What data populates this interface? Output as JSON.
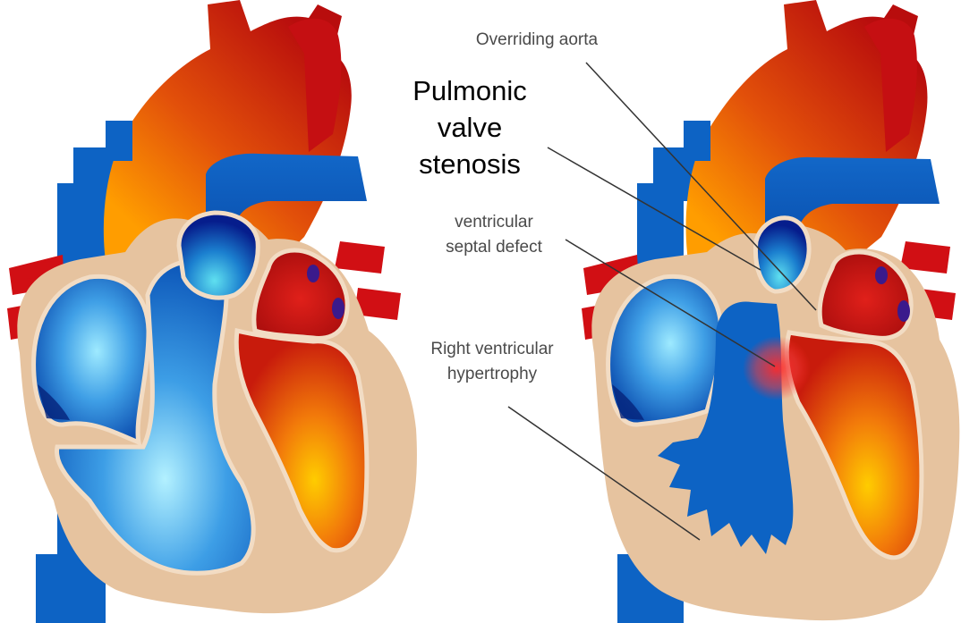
{
  "labels": {
    "overriding_aorta": "Overriding aorta",
    "pulmonic_line1": "Pulmonic",
    "pulmonic_line2": "valve",
    "pulmonic_line3": "stenosis",
    "vsd_line1": "ventricular",
    "vsd_line2": "septal defect",
    "rvh_line1": "Right ventricular",
    "rvh_line2": "hypertrophy"
  },
  "colors": {
    "blood_oxygenated": "#d40f0f",
    "blood_oxygenated_core": "#ff9a00",
    "blood_deoxygenated": "#0c5fc2",
    "blood_deoxygenated_core": "#8ee3ff",
    "myocardium": "#e6c39f",
    "septal_defect_glow": "#ff2a2a"
  }
}
